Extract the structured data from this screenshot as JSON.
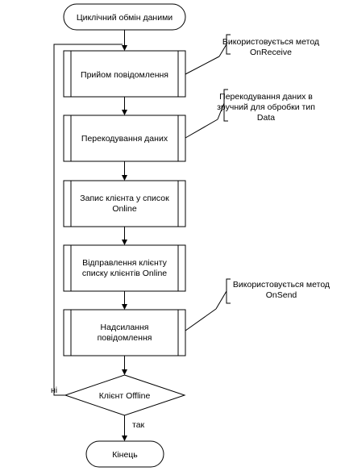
{
  "flowchart": {
    "start": "Циклічний обмін даними",
    "steps": [
      {
        "lines": [
          "Прийом повідомлення"
        ]
      },
      {
        "lines": [
          "Перекодування даних"
        ]
      },
      {
        "lines": [
          "Запис клієнта у список",
          "Online"
        ]
      },
      {
        "lines": [
          "Відправлення клієнту",
          "списку клієнтів Online"
        ]
      },
      {
        "lines": [
          "Надсилання",
          "повідомлення"
        ]
      }
    ],
    "decision": "Клієнт Offline",
    "yes_label": "так",
    "no_label": "ні",
    "end": "Кінець"
  },
  "comments": [
    {
      "lines": [
        "Використовується метод",
        "OnReceive"
      ]
    },
    {
      "lines": [
        "Перекодування даних в",
        "зручний для обробки тип",
        "Data"
      ]
    },
    {
      "lines": [
        "Використовується метод",
        "OnSend"
      ]
    }
  ]
}
